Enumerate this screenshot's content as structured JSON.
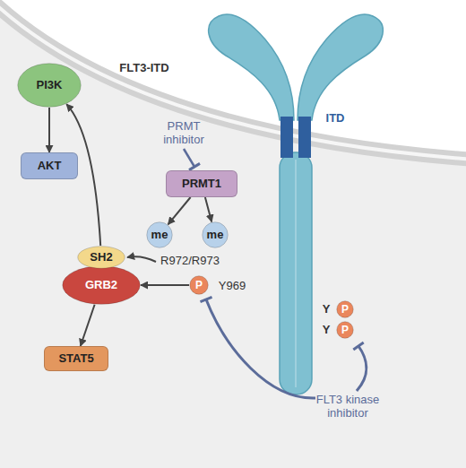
{
  "diagram": {
    "nodes": [
      {
        "text": [
          "PI3K"
        ]
      },
      {
        "text": [
          "AKT"
        ]
      },
      {
        "text": [
          "PRMT1"
        ]
      },
      {
        "text": [
          "me"
        ]
      },
      {
        "text": [
          "me"
        ]
      },
      {
        "text": [
          "SH2"
        ]
      },
      {
        "text": [
          "GRB2"
        ]
      },
      {
        "text": [
          "P"
        ]
      },
      {
        "text": [
          "P"
        ]
      },
      {
        "text": [
          "P"
        ]
      },
      {
        "text": [
          "STAT5"
        ]
      }
    ],
    "edges": [
      {
        "from": 2,
        "to": 3,
        "arrow": "to"
      },
      {
        "from": 2,
        "to": 4,
        "arrow": "to"
      },
      {
        "from": 7,
        "to": 6,
        "arrow": "to"
      },
      {
        "from": 5,
        "to": 0,
        "arrow": "to"
      },
      {
        "from": 0,
        "to": 1,
        "arrow": "to"
      },
      {
        "from": 6,
        "to": 10,
        "arrow": "to"
      }
    ],
    "labels": [
      "FLT3-ITD",
      "ITD",
      "PRMT inhibitor",
      "R972/R973",
      "Y969",
      "Y",
      "Y",
      "FLT3 kinase inhibitor"
    ]
  }
}
